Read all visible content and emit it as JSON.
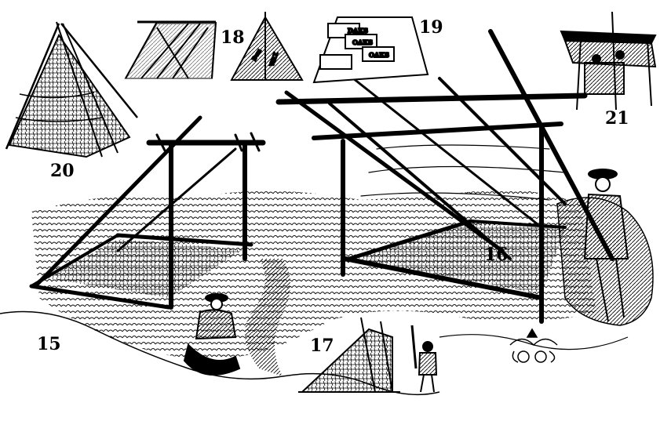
{
  "figure_labels": {
    "fig15": "15",
    "fig16": "16",
    "fig17": "17",
    "fig18": "18",
    "fig19": "19",
    "fig20": "20",
    "fig21": "21"
  },
  "sign_words": {
    "fig19_box_1": "DAKS",
    "fig19_box_2": "OAKS",
    "fig19_box_3": "OAKS",
    "fig18_tent_1": "Dux",
    "fig18_tent_2": "WAX"
  },
  "colors": {
    "ink": "#000000",
    "paper": "#ffffff"
  }
}
